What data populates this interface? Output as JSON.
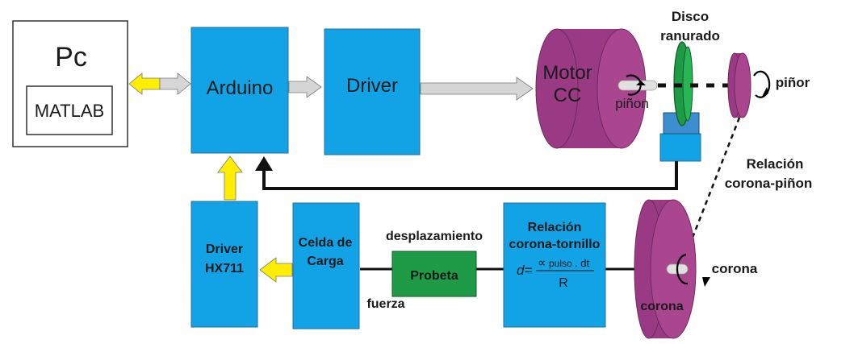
{
  "diagram": {
    "pc": {
      "title": "Pc",
      "software": "MATLAB"
    },
    "arduino": "Arduino",
    "driver": "Driver",
    "motor": {
      "line1": "Motor",
      "line2": "CC",
      "pinion": "piñon"
    },
    "disk": {
      "line1": "Disco",
      "line2": "ranurado"
    },
    "pinion_gear": "piñor",
    "ratio_pinion": {
      "line1": "Relación",
      "line2": "corona-piñon"
    },
    "crown_gear": {
      "right": "corona",
      "bottom": "corona"
    },
    "ratio_screw": {
      "line1": "Relación",
      "line2": "corona-tornillo",
      "formula_lhs": "d=",
      "formula_alpha": "∝",
      "formula_sub": "pulso",
      "formula_dt": ". dt",
      "formula_den": "R"
    },
    "specimen": "Probeta",
    "displacement": "desplazamiento",
    "force": "fuerza",
    "load_cell": {
      "line1": "Celda de",
      "line2": "Carga"
    },
    "hx711": {
      "line1": "Driver",
      "line2": "HX711"
    }
  },
  "colors": {
    "block_blue": "#12a3e6",
    "motor_purple": "#9b3a84",
    "disk_green": "#1f9a46",
    "arrow_yellow": "#ffee00",
    "arrow_gray": "#d6d6d6",
    "line_black": "#111111"
  }
}
